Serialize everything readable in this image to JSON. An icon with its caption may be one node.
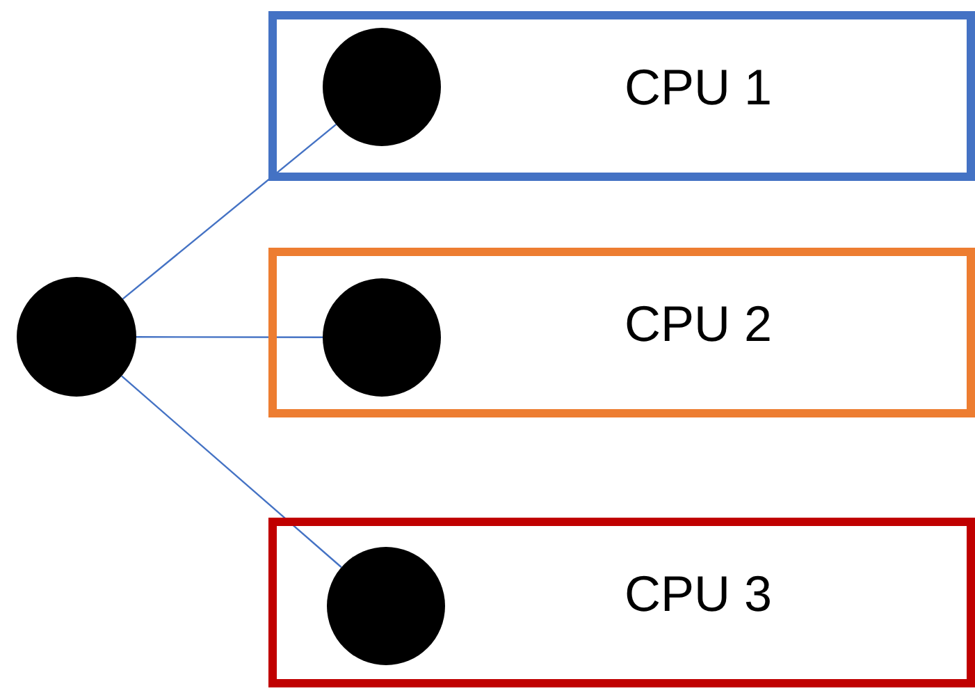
{
  "diagram": {
    "nodes": [
      {
        "text": [],
        "shape": "circle"
      },
      {
        "text": [
          "CPU 1"
        ]
      },
      {
        "text": [],
        "shape": "circle",
        "in": 1
      },
      {
        "text": [
          "CPU 2"
        ]
      },
      {
        "text": [],
        "shape": "circle",
        "in": 3
      },
      {
        "text": [
          "CPU 3"
        ]
      },
      {
        "text": [],
        "shape": "circle",
        "in": 5
      }
    ],
    "edges": [
      {
        "from": 0,
        "to": 2,
        "arrow": "none"
      },
      {
        "from": 0,
        "to": 4,
        "arrow": "none"
      },
      {
        "from": 0,
        "to": 6,
        "arrow": "none"
      }
    ]
  }
}
